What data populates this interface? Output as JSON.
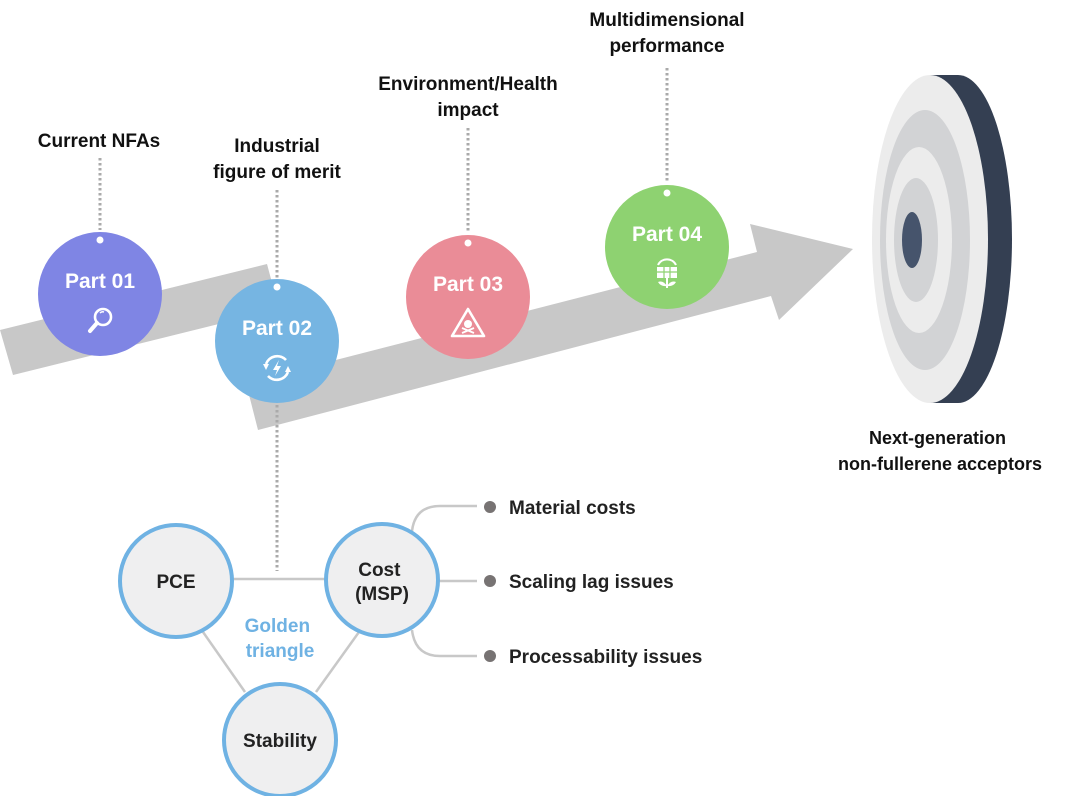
{
  "parts": [
    {
      "id": "part-01",
      "title": "Part 01",
      "caption_lines": [
        "Current NFAs"
      ],
      "icon": "magnifier-icon",
      "color": "#7f85e4"
    },
    {
      "id": "part-02",
      "title": "Part 02",
      "caption_lines": [
        "Industrial",
        "figure of merit"
      ],
      "icon": "energy-cycle-icon",
      "color": "#76b5e2"
    },
    {
      "id": "part-03",
      "title": "Part 03",
      "caption_lines": [
        "Environment/Health",
        "impact"
      ],
      "icon": "toxic-warning-icon",
      "color": "#ea8c97"
    },
    {
      "id": "part-04",
      "title": "Part 04",
      "caption_lines": [
        "Multidimensional",
        "performance"
      ],
      "icon": "solar-panel-plant-icon",
      "color": "#8ed271"
    }
  ],
  "target": {
    "label_lines": [
      "Next-generation",
      "non-fullerene acceptors"
    ],
    "colors": {
      "light": "#ececec",
      "gray": "#d2d3d5",
      "dark": "#343f52",
      "bullseye": "#46546c"
    }
  },
  "golden_triangle": {
    "label_lines": [
      "Golden",
      "triangle"
    ],
    "nodes": [
      {
        "id": "pce",
        "lines": [
          "PCE"
        ]
      },
      {
        "id": "cost",
        "lines": [
          "Cost",
          "(MSP)"
        ]
      },
      {
        "id": "stability",
        "lines": [
          "Stability"
        ]
      }
    ],
    "accent_color": "#6fb2e3",
    "node_fill": "#efeff0"
  },
  "cost_issues": [
    "Material costs",
    "Scaling lag issues",
    "Processability issues"
  ],
  "colors": {
    "arrow": "#c8c8c8",
    "connector": "#c8c8c8",
    "dotted": "#aaaaaa",
    "bullet": "#777373"
  }
}
